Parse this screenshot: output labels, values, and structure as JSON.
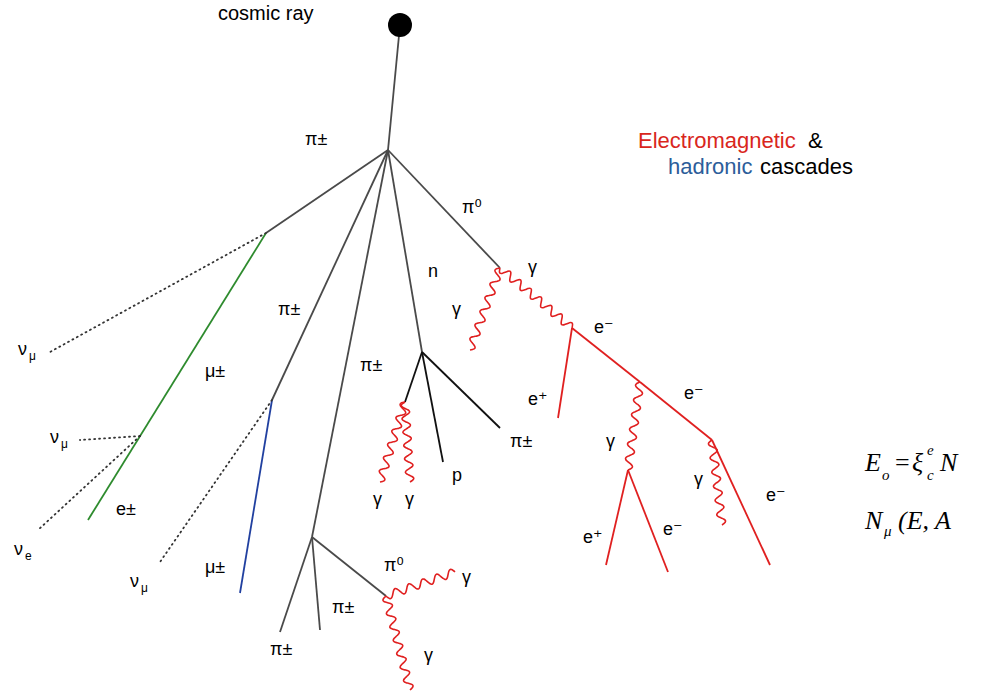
{
  "diagram": {
    "labels": [
      "cosmic ray",
      "Electromagnetic",
      "&",
      "hadronic",
      "cascades",
      "π±",
      "π⁰",
      "n",
      "π±",
      "π±",
      "γ",
      "γ",
      "e⁻",
      "e⁺",
      "e⁻",
      "γ",
      "e⁺",
      "e⁻",
      "γ",
      "e⁻",
      "ν",
      "μ",
      "μ±",
      "ν",
      "μ",
      "e±",
      "ν",
      "e",
      "ν",
      "μ",
      "μ±",
      "γ",
      "γ",
      "p",
      "π±",
      "π±",
      "π±",
      "π⁰",
      "γ",
      "γ",
      "E",
      "o",
      "=",
      "ξ",
      "e",
      "c",
      "N",
      "N",
      "μ",
      "(E, A"
    ]
  }
}
